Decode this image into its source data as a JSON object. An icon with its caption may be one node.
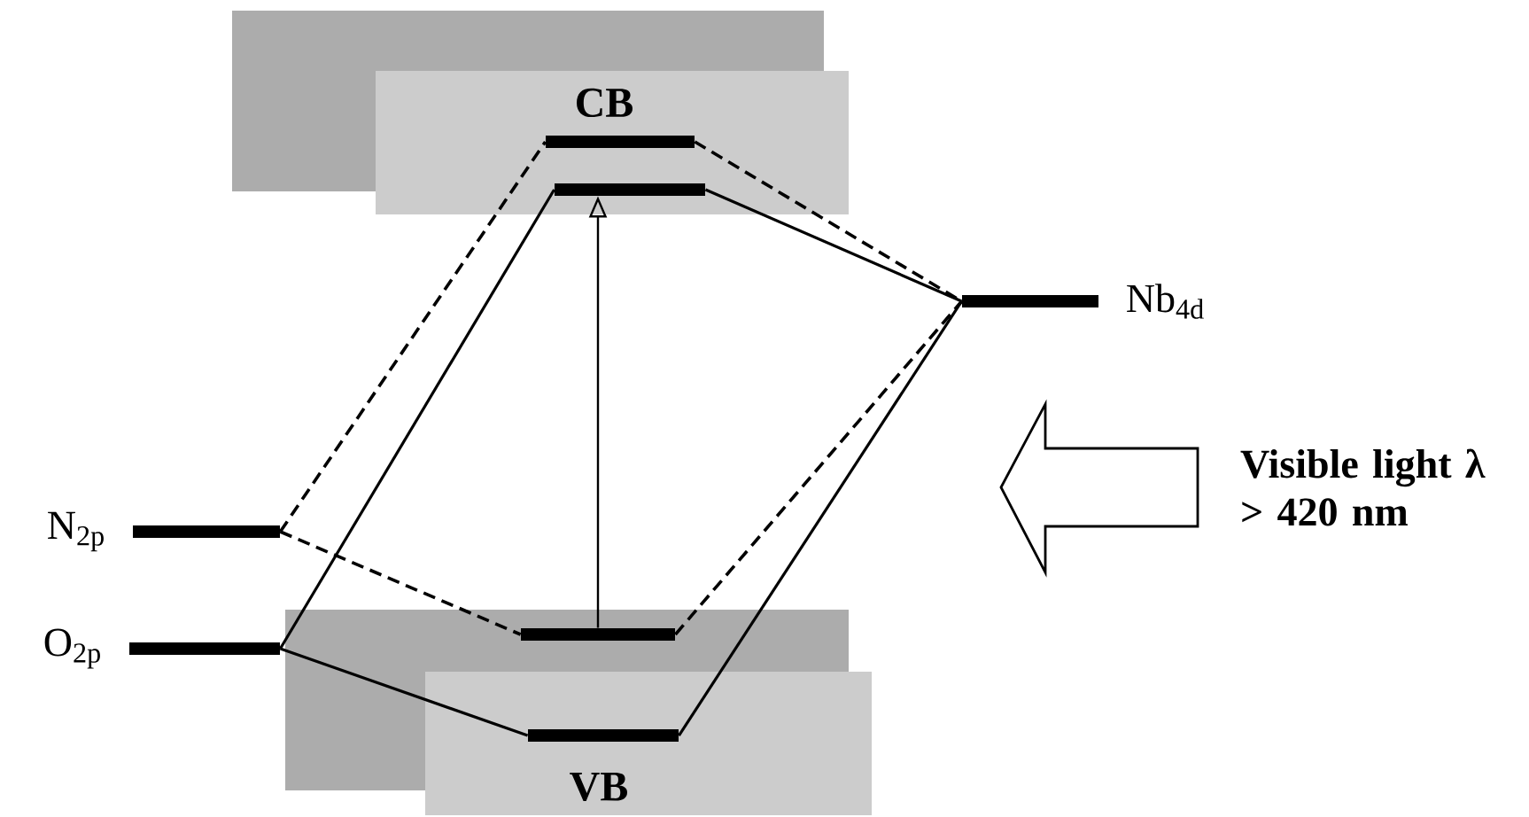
{
  "diagram": {
    "nodes": [
      {
        "text": [
          "N$_{2p}$"
        ]
      },
      {
        "text": [
          "O$_{2p}$"
        ]
      },
      {
        "text": [
          "Nb$_{4d}$"
        ]
      },
      {
        "text": [],
        "shape": "bar"
      },
      {
        "text": [],
        "shape": "bar"
      },
      {
        "text": [],
        "shape": "bar"
      },
      {
        "text": [],
        "shape": "bar"
      }
    ],
    "edges": [
      {
        "from": 0,
        "to": 3,
        "arrow": "none",
        "style": "dashed"
      },
      {
        "from": 0,
        "to": 5,
        "arrow": "none",
        "style": "dashed"
      },
      {
        "from": 3,
        "to": 2,
        "arrow": "none",
        "style": "dashed"
      },
      {
        "from": 5,
        "to": 2,
        "arrow": "none",
        "style": "dashed"
      },
      {
        "from": 1,
        "to": 4,
        "arrow": "none"
      },
      {
        "from": 1,
        "to": 6,
        "arrow": "none"
      },
      {
        "from": 4,
        "to": 2,
        "arrow": "none"
      },
      {
        "from": 6,
        "to": 2,
        "arrow": "none"
      },
      {
        "from": 5,
        "to": 4,
        "arrow": "to"
      }
    ],
    "labels": [
      "CB",
      "VB",
      "Visible light λ > 420 nm"
    ]
  }
}
